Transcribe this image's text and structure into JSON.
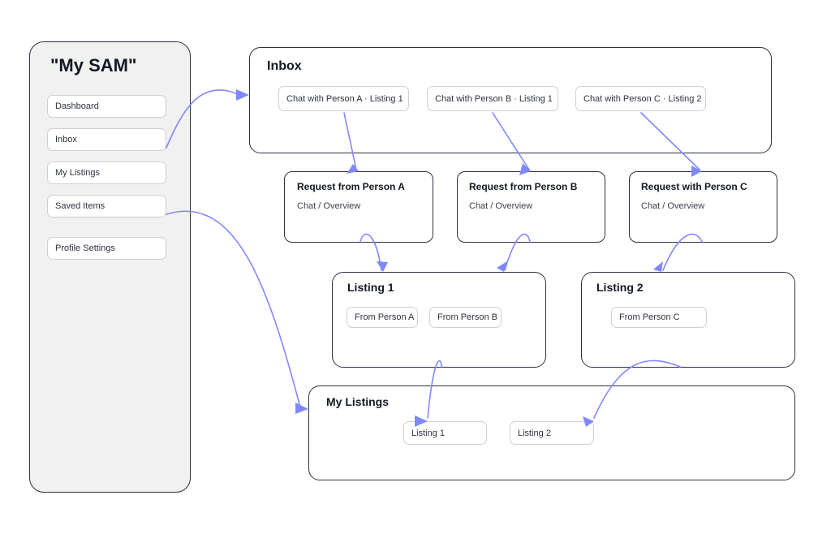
{
  "sidebar": {
    "title": "\"My SAM\"",
    "items": [
      {
        "label": "Dashboard"
      },
      {
        "label": "Inbox"
      },
      {
        "label": "My Listings"
      },
      {
        "label": "Saved Items"
      },
      {
        "label": "Profile Settings"
      }
    ]
  },
  "inbox": {
    "title": "Inbox",
    "chats": [
      {
        "label": "Chat with Person A · Listing 1"
      },
      {
        "label": "Chat with Person B · Listing 1"
      },
      {
        "label": "Chat with Person C · Listing 2"
      }
    ]
  },
  "requests": [
    {
      "title": "Request from Person A",
      "sub": "Chat / Overview"
    },
    {
      "title": "Request from Person B",
      "sub": "Chat / Overview"
    },
    {
      "title": "Request with Person C",
      "sub": "Chat / Overview"
    }
  ],
  "listing1": {
    "title": "Listing 1",
    "items": [
      {
        "label": "From Person A"
      },
      {
        "label": "From Person B"
      }
    ]
  },
  "listing2": {
    "title": "Listing 2",
    "items": [
      {
        "label": "From Person C"
      }
    ]
  },
  "my_listings": {
    "title": "My Listings",
    "items": [
      {
        "label": "Listing 1"
      },
      {
        "label": "Listing 2"
      }
    ]
  },
  "colors": {
    "arrow": "#8088ff",
    "border": "#2d3140",
    "sidebar_bg": "#f1f1f2"
  }
}
